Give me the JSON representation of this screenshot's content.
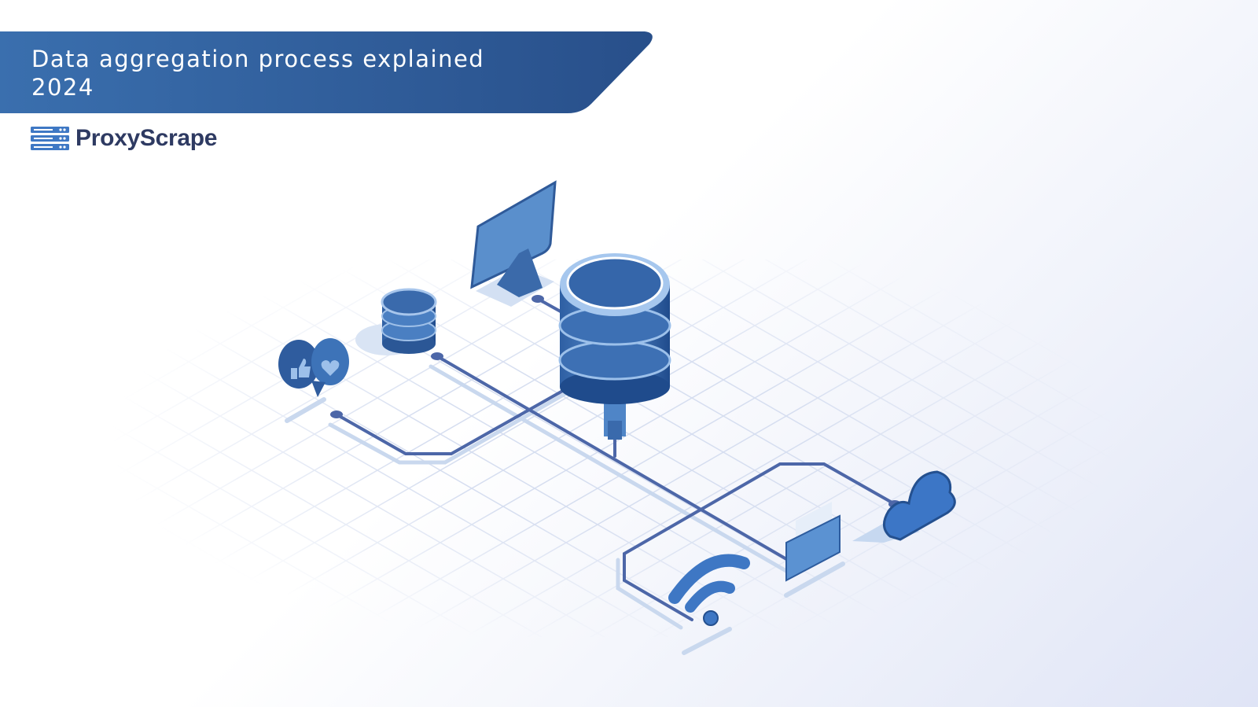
{
  "banner": {
    "title_line1": "Data aggregation process explained",
    "title_line2": "2024"
  },
  "brand": {
    "name": "ProxyScrape",
    "icon": "server-stack-icon"
  },
  "illustration": {
    "icons": [
      "monitor-icon",
      "central-database-icon",
      "small-database-icon",
      "social-like-heart-icon",
      "cloud-icon",
      "folder-icon",
      "wifi-icon"
    ]
  },
  "colors": {
    "banner_start": "#3a6fae",
    "banner_end": "#284f8a",
    "pipe": "#4d67a8",
    "brand_text": "#2e3a62"
  }
}
